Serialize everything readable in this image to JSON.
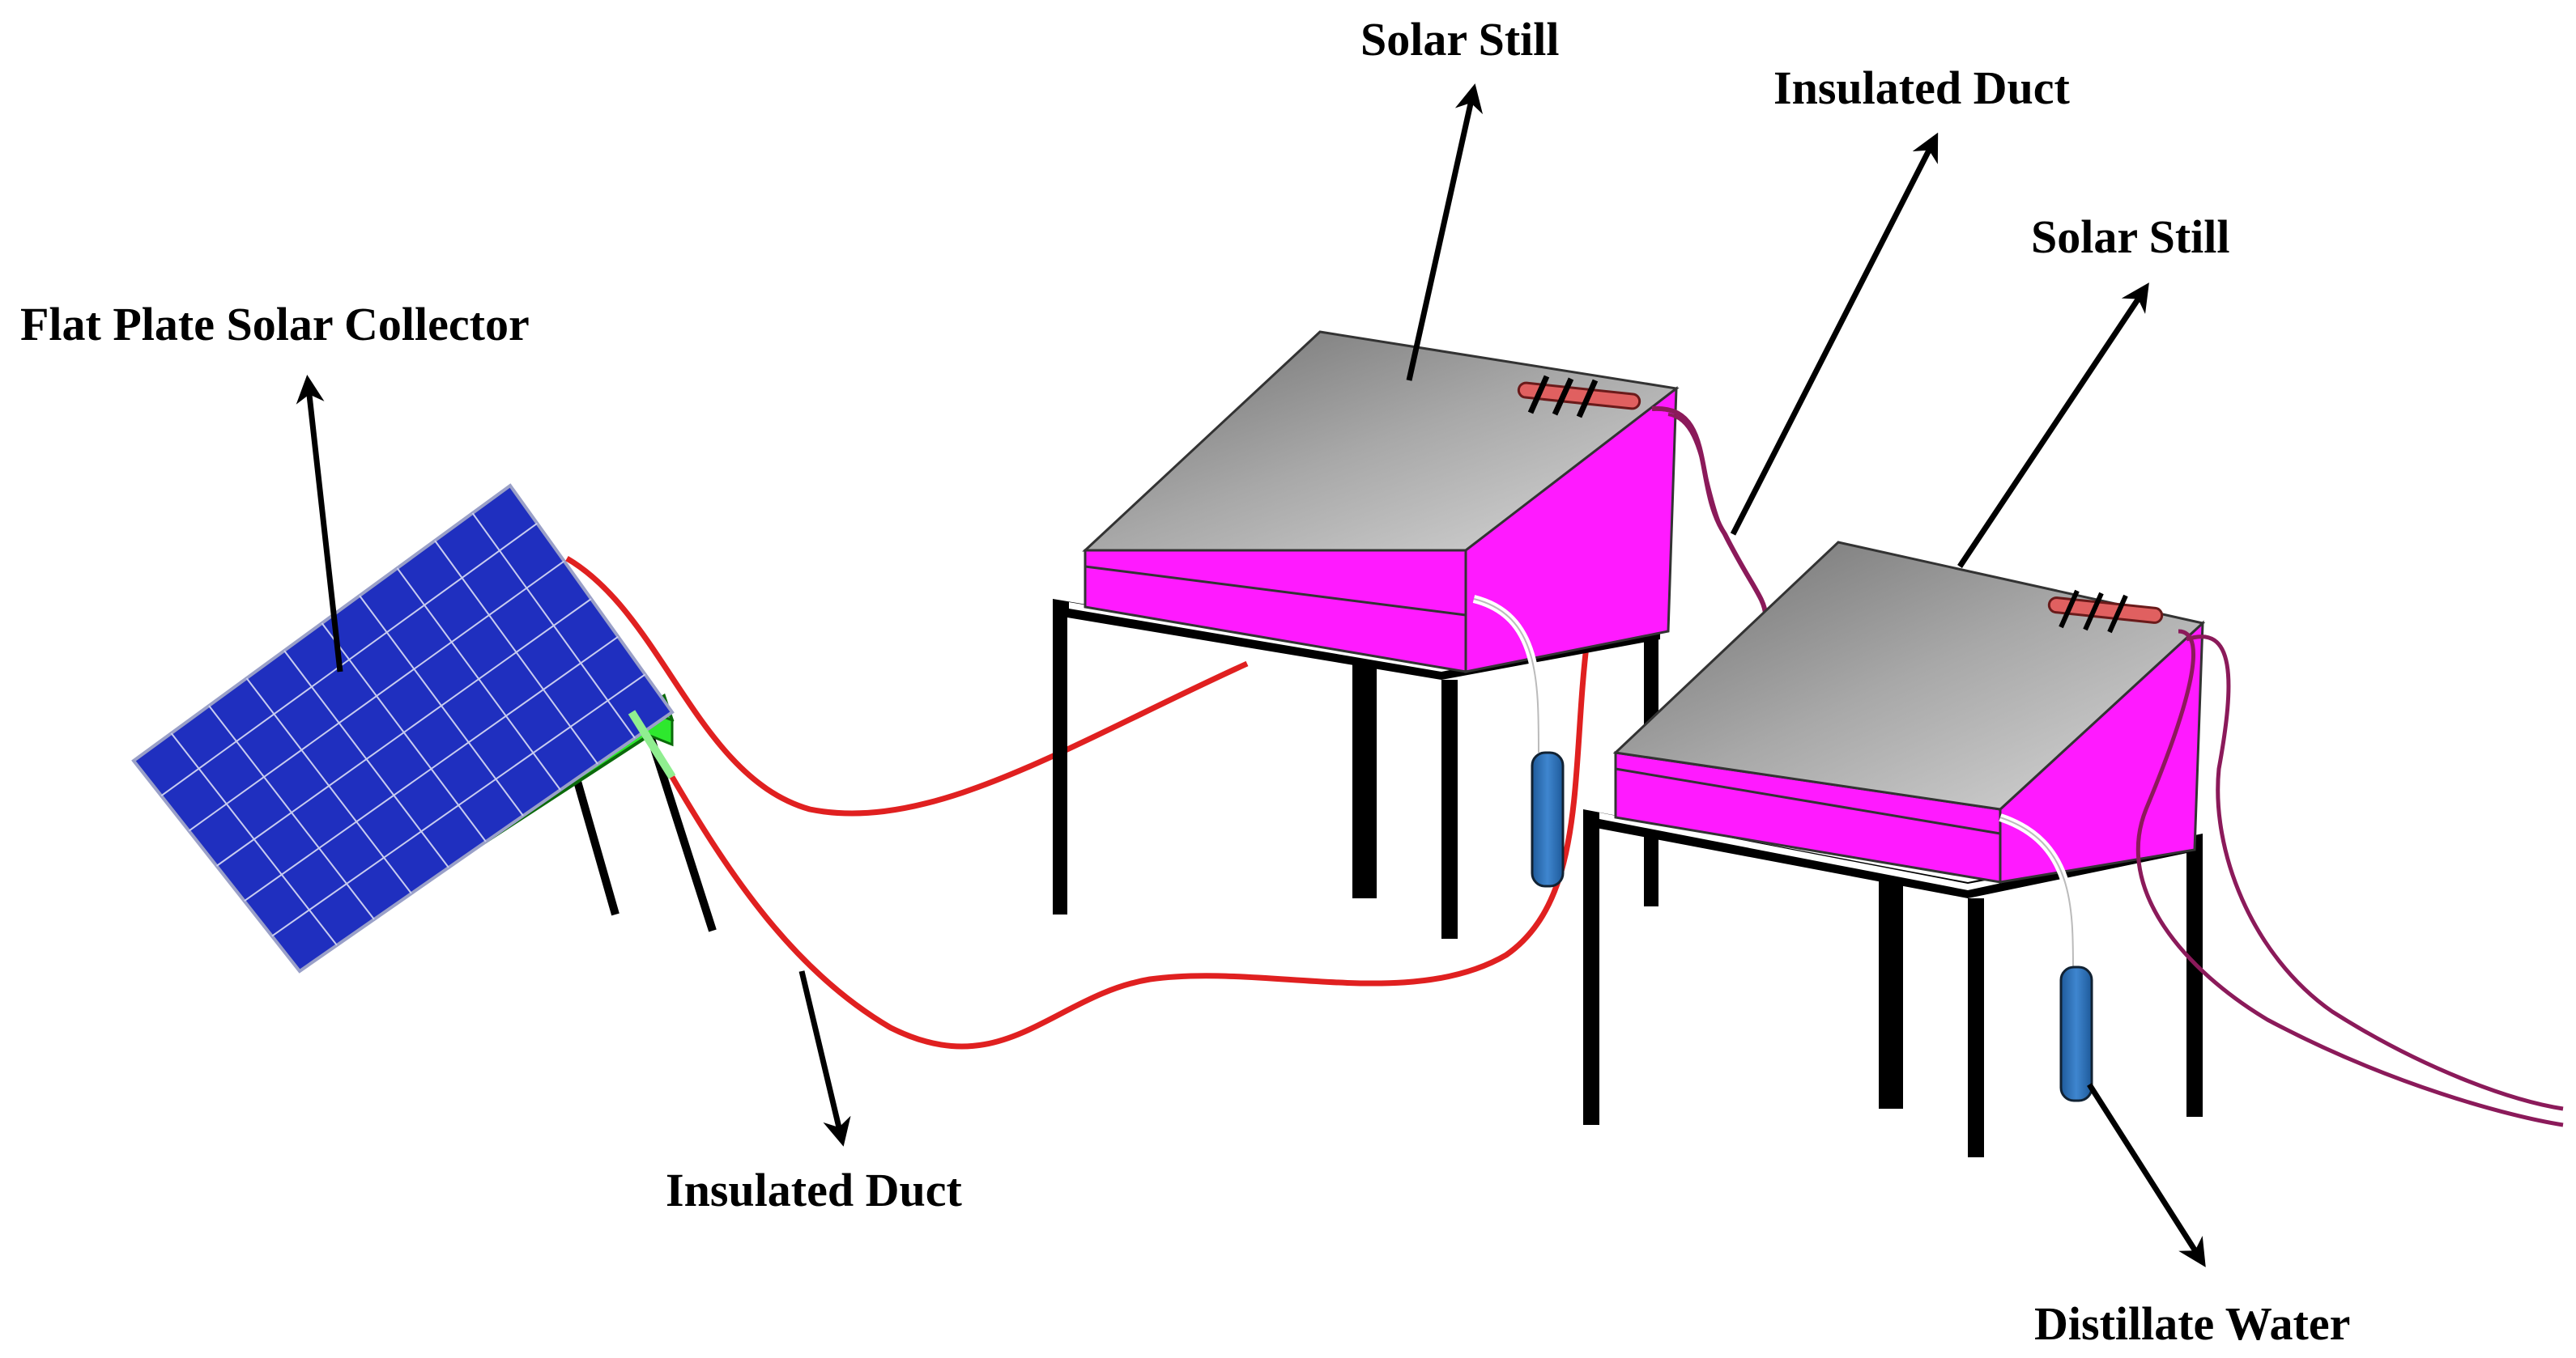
{
  "labels": {
    "collector": "Flat Plate Solar Collector",
    "still_1": "Solar Still",
    "still_2": "Solar Still",
    "duct_top": "Insulated Duct",
    "duct_bottom": "Insulated Duct",
    "distillate": "Distillate Water"
  },
  "colors": {
    "background": "#ffffff",
    "panel_cell": "#1f2fbf",
    "panel_frame": "#2ee82e",
    "still_side": "#ff1aff",
    "still_glass": "#8c8c8c",
    "duct_red": "#e02020",
    "pipe_purple": "#8b1a5a",
    "bottle": "#2a6fb8",
    "legs": "#000000"
  }
}
